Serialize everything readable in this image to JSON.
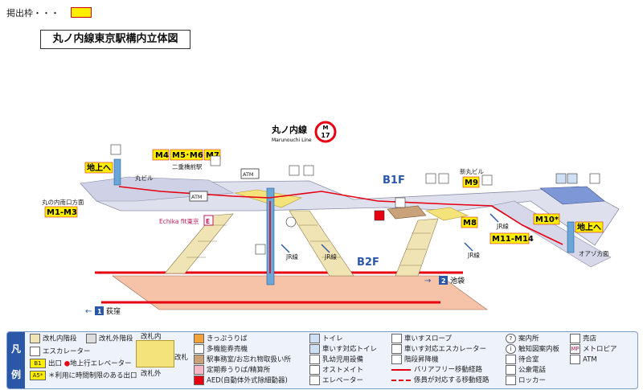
{
  "header": {
    "key_label": "掲出枠・・・",
    "key_color": "#ffee00",
    "title": "丸ノ内線東京駅構内立体図"
  },
  "line_badge": {
    "name": "丸ノ内線",
    "english": "Marunouchi Line",
    "code_letter": "M",
    "code_number": "17",
    "color": "#e60012"
  },
  "floors": {
    "b1": "B1F",
    "b2": "B2F"
  },
  "exits": {
    "m4": "M4",
    "m5m6": "M5･M6",
    "m7": "M7",
    "m8": "M8",
    "m9": "M9",
    "m10": "M10*",
    "m11m14": "M11-M14",
    "m1m3": "M1-M3"
  },
  "labels": {
    "to_ground_left": "地上へ",
    "to_ground_right": "地上へ",
    "maru_bldg": "丸ビル",
    "nijubashi": "二重橋前駅",
    "shin_maru": "新丸ビル",
    "maru_south": "丸の内南口方面",
    "jr_line_1": "JR線",
    "jr_line_2": "JR線",
    "jr_line_3": "JR線",
    "jr_line_4": "JR線",
    "oazo": "オアゾ方面",
    "echika": "Echika fit東京",
    "echika_mark": "E",
    "atm_1": "ATM",
    "atm_2": "ATM"
  },
  "directions": {
    "ikebukuro_num": "2",
    "ikebukuro": "池袋",
    "ogikubo_num": "1",
    "ogikubo": "荻窪"
  },
  "legend": {
    "head": "凡例",
    "gate_inside": "改札内階段",
    "gate_outside": "改札外階段",
    "escalator": "エスカレーター",
    "gate_in_area": "改札内",
    "gate": "改札",
    "gate_out_area": "改札外",
    "exit_code": "B1",
    "exit_label": "出口",
    "elev_exit": "地上行エレベーター",
    "time_code": "A5*",
    "time_note": "＊利用に時間制限のある出口",
    "ticket": "きっぷうりば",
    "multi_ticket": "多機能券売機",
    "office": "駅事務室/お忘れ物取扱い所",
    "pass": "定期券うりば/精算所",
    "aed": "AED(自動体外式除細動器)",
    "toilet": "トイレ",
    "wc_toilet": "車いす対応トイレ",
    "baby": "乳幼児用設備",
    "ostomate": "オストメイト",
    "elevator": "エレベーター",
    "ramp": "車いすスロープ",
    "wc_escalator": "車いす対応エスカレーター",
    "stair_lift": "階段昇降機",
    "barrier_free": "バリアフリー移動経路",
    "staff_route": "係員が対応する移動経路",
    "info": "案内所",
    "notice_board": "触知図案内板",
    "waiting": "待合室",
    "phone": "公衆電話",
    "locker": "ロッカー",
    "shop": "売店",
    "metropia": "メトロピア",
    "atm": "ATM"
  }
}
